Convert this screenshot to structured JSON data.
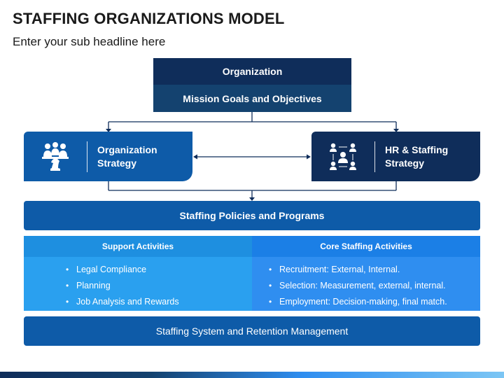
{
  "header": {
    "title": "STAFFING ORGANIZATIONS MODEL",
    "subtitle": "Enter your sub headline here"
  },
  "organization": {
    "title": "Organization",
    "subtitle": "Mission Goals and Objectives"
  },
  "strategies": {
    "left": {
      "label": "Organization\nStrategy",
      "icon": "team-chess-knight-icon"
    },
    "right": {
      "label": "HR & Staffing\nStrategy",
      "icon": "people-network-icon"
    }
  },
  "policies": {
    "label": "Staffing Policies and Programs"
  },
  "support": {
    "heading": "Support Activities",
    "items": [
      "Legal Compliance",
      "Planning",
      "Job Analysis and Rewards"
    ]
  },
  "core": {
    "heading": "Core Staffing Activities",
    "items": [
      "Recruitment: External, Internal.",
      "Selection: Measurement, external, internal.",
      "Employment: Decision-making, final match."
    ]
  },
  "system": {
    "label": "Staffing System and Retention Management"
  },
  "colors": {
    "navy": "#0f2d5a",
    "dark_blue": "#14426f",
    "mid_blue": "#0e5ba8",
    "light_blue": "#2aa0ef",
    "bright_blue": "#2f8ef0"
  }
}
